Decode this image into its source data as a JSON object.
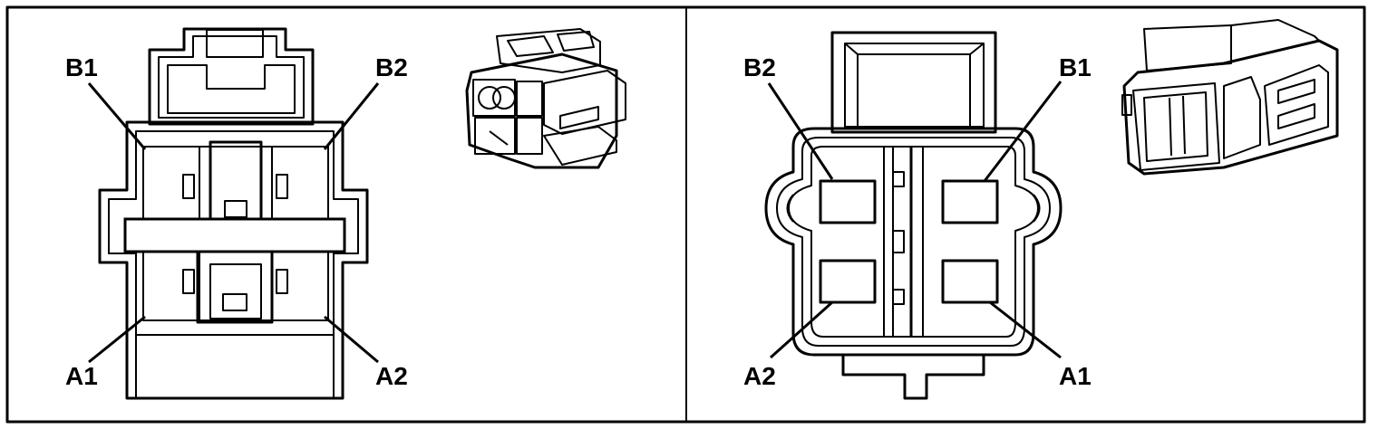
{
  "panels": [
    {
      "id": "left",
      "pin_labels": {
        "top_left": "B1",
        "top_right": "B2",
        "bottom_left": "A1",
        "bottom_right": "A2"
      }
    },
    {
      "id": "right",
      "pin_labels": {
        "top_left": "B2",
        "top_right": "B1",
        "bottom_left": "A2",
        "bottom_right": "A1"
      }
    }
  ],
  "colors": {
    "line": "#000000",
    "background": "#ffffff"
  }
}
